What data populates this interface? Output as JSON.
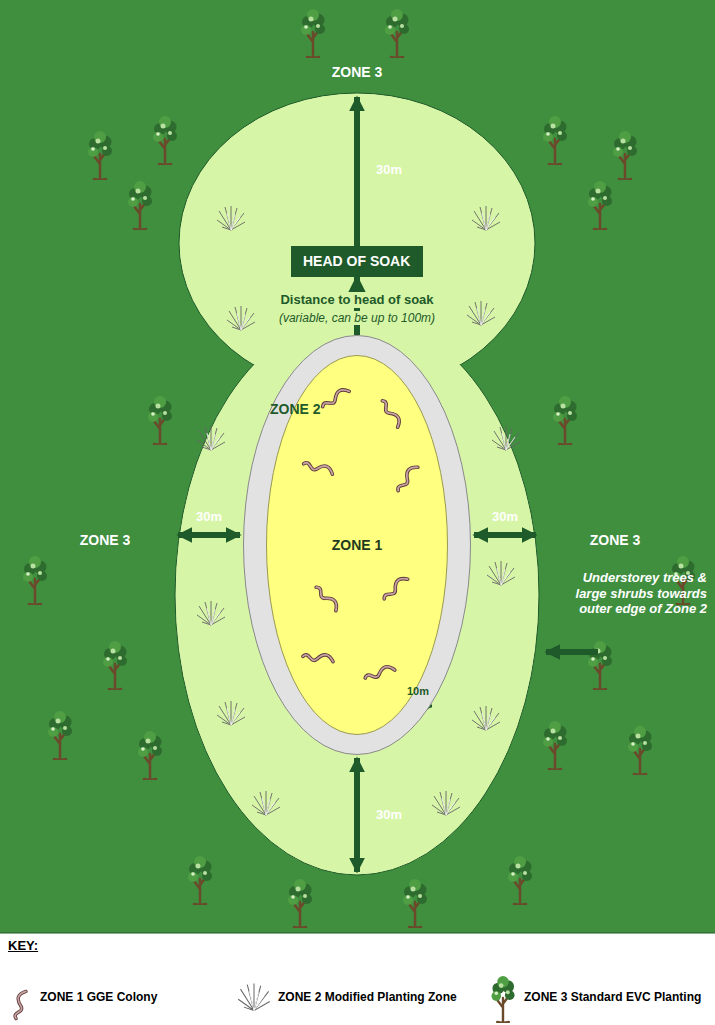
{
  "diagram": {
    "nodes": [
      {
        "text": [
          "ZONE 2"
        ]
      },
      {
        "text": [
          "ZONE 1"
        ],
        "in": 0
      },
      {
        "text": [
          "HEAD OF SOAK"
        ]
      }
    ],
    "edges": [
      {
        "from": 0,
        "to": 2,
        "arrow": "to"
      }
    ],
    "labels": [
      "ZONE 3",
      "30m",
      "Distance to head of soak",
      "(variable, can be up to 100m)",
      "ZONE 3",
      "30m",
      "30m",
      "ZONE 3",
      "Understorey trees & large shrubs towards outer edge of Zone 2",
      "10m",
      "30m",
      "KEY:"
    ],
    "legend": [
      {
        "text": "ZONE 1 GGE Colony"
      },
      {
        "text": "ZONE 2 Modified Planting Zone"
      },
      {
        "text": "ZONE 3 Standard EVC Planting"
      }
    ]
  }
}
